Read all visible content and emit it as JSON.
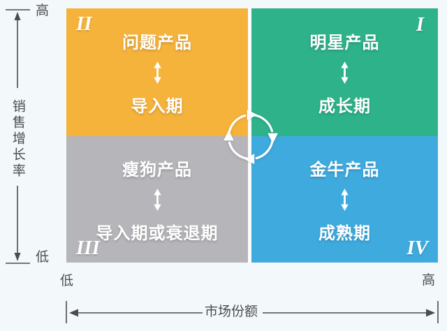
{
  "colors": {
    "background": "#F3F8FA",
    "axis": "#4A4C52",
    "quadrant_text": "#FFFFFF",
    "divider": "#FBFDFE",
    "question_products": "#F5B33C",
    "star_products": "#2EB28A",
    "dog_products": "#B6B5B9",
    "cash_cow_products": "#3FAADE"
  },
  "y_axis": {
    "title": "销售增长率",
    "top_label": "高",
    "bottom_label": "低"
  },
  "x_axis": {
    "title": "市场份额",
    "left_label": "低",
    "right_label": "高"
  },
  "quadrants": [
    {
      "position": "top-left",
      "numeral": "II",
      "product": "问题产品",
      "stage": "导入期",
      "color": "#F5B33C"
    },
    {
      "position": "top-right",
      "numeral": "I",
      "product": "明星产品",
      "stage": "成长期",
      "color": "#2EB28A"
    },
    {
      "position": "bottom-left",
      "numeral": "III",
      "product": "瘦狗产品",
      "stage": "导入期或衰退期",
      "color": "#B6B5B9"
    },
    {
      "position": "bottom-right",
      "numeral": "IV",
      "product": "金牛产品",
      "stage": "成熟期",
      "color": "#3FAADE"
    }
  ],
  "icons": {
    "center": "cycle-arrows-icon",
    "quadrant_arrows": "up-down-arrow-icon"
  }
}
